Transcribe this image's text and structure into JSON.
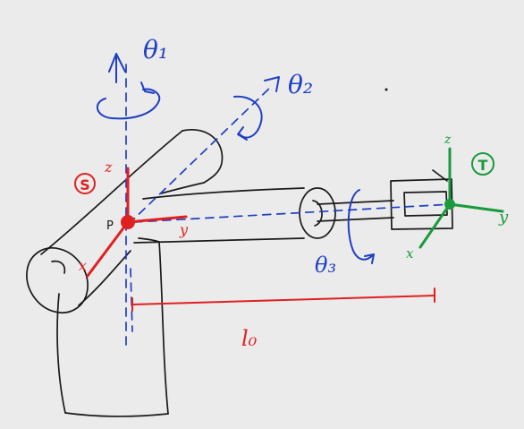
{
  "labels": {
    "theta1": "θ₁",
    "theta2": "θ₂",
    "theta3": "θ₃",
    "length": "l₀",
    "frame_s": "S",
    "frame_t": "T",
    "point_p": "P",
    "s_z": "z",
    "s_y": "y",
    "s_x": "x",
    "t_z": "z",
    "t_y": "y",
    "t_x": "x"
  },
  "colors": {
    "background": "#ebebeb",
    "sketch": "#1a1a1a",
    "axis": "#1f3fc4",
    "frame_s": "#e02020",
    "frame_t": "#1a9a3c",
    "dimension": "#e02020"
  }
}
